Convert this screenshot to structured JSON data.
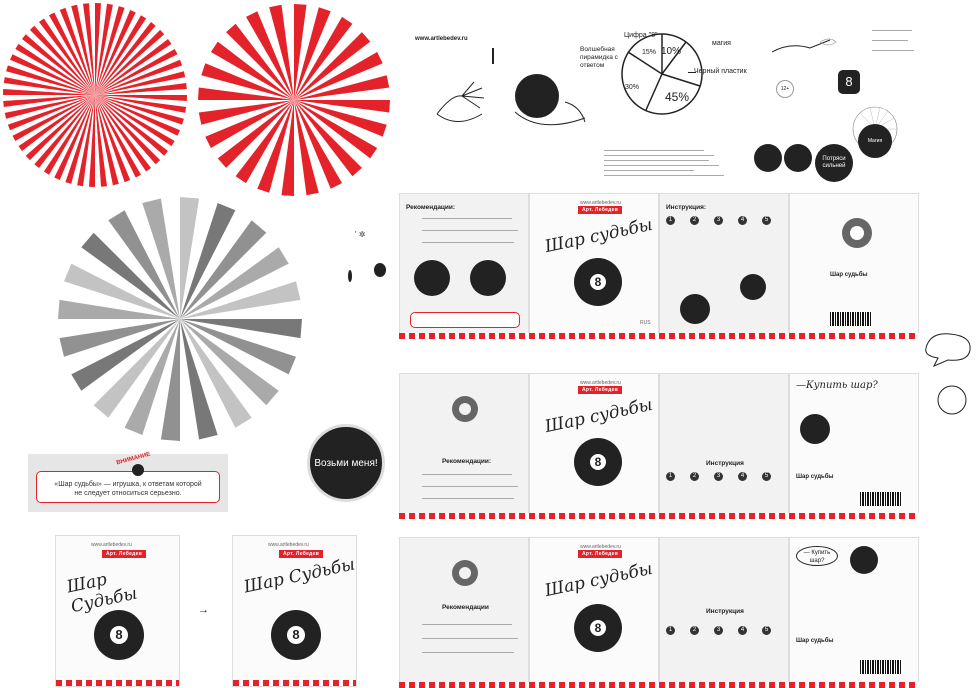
{
  "site": {
    "url": "www.artlebedev.ru"
  },
  "product": {
    "title": "Шар судьбы",
    "title_alt": "Шар Судьбы",
    "brand": "Арт. Лебедев",
    "number": "8"
  },
  "pie_diagram": {
    "labels": {
      "digit": "Цифра \"8\"",
      "pyramid": "Волшебная пирамидка с ответом",
      "magic": "магия",
      "plastic": "Черный пластик"
    },
    "percents": {
      "digit": "15%",
      "magic": "10%",
      "pyramid": "30%",
      "plastic": "45%"
    }
  },
  "warning": {
    "heading": "ВНИМАНИЕ",
    "text_line1": "«Шар судьбы» — игрушка, к ответам которой",
    "text_line2": "не следует относиться серьезно."
  },
  "callouts": {
    "take_me": "Возьми меня!",
    "take_me_l1": "Возьми",
    "take_me_l2": "меня!",
    "buy_ball": "— Купить шар?",
    "buy_ball_sketch": "—Купить шар?",
    "ask_magic": "Магия",
    "shake_it": "Потряси сильней"
  },
  "sections": {
    "recommendations": "Рекомендации:",
    "recommendations_plain": "Рекомендации",
    "instruction": "Инструкция:",
    "instruction_plain": "Инструкция"
  },
  "misc": {
    "rus": "RUS",
    "age": "12+",
    "arrow": "→"
  },
  "colors": {
    "accent_red": "#e3222a",
    "dark": "#222222",
    "panel": "#f2f2f2"
  }
}
